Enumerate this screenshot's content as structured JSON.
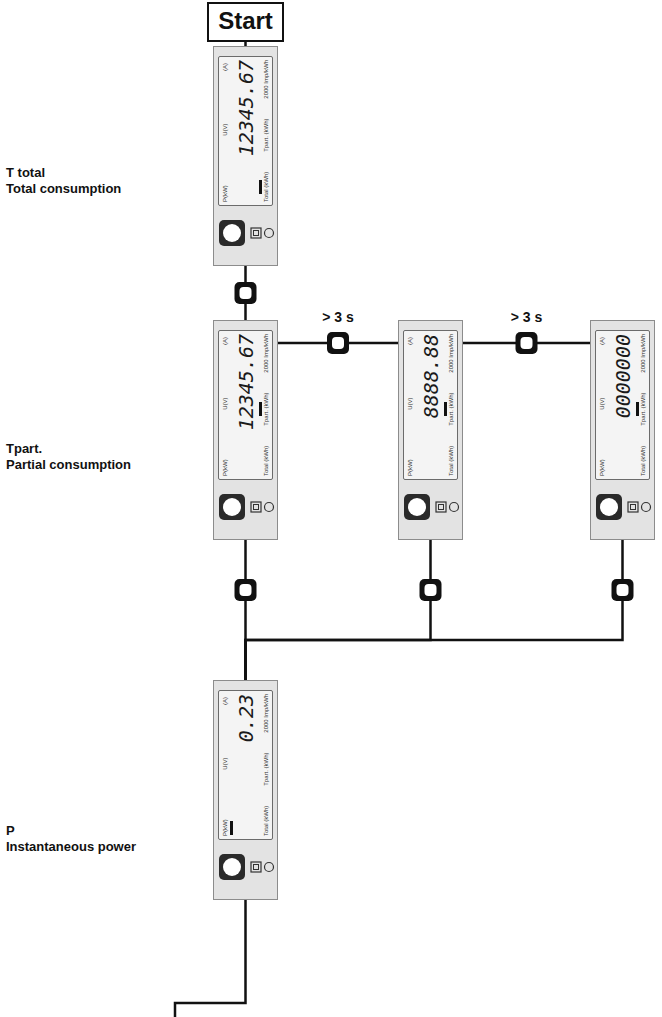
{
  "diagram": {
    "nodes": [
      {
        "text": [
          "Start"
        ]
      },
      {
        "text": [
          "T total",
          "Total consumption",
          "12345.67",
          "(A)",
          "U(V)",
          "P(kW)",
          "2000 Imp/kWh",
          "Tpart. (kWh)",
          "Total (kWh)"
        ]
      },
      {
        "text": [
          "Tpart.",
          "Partial consumption",
          "12345.67",
          "(A)",
          "U(V)",
          "P(kW)",
          "2000 Imp/kWh",
          "Tpart. (kWh)",
          "Total (kWh)"
        ]
      },
      {
        "text": [
          "8888.88",
          "(A)",
          "U(V)",
          "P(kW)",
          "2000 Imp/kWh",
          "Tpart. (kWh)",
          "Total (kWh)"
        ]
      },
      {
        "text": [
          "0000000",
          "(A)",
          "U(V)",
          "P(kW)",
          "2000 Imp/kWh",
          "Tpart. (kWh)",
          "Total (kWh)"
        ]
      },
      {
        "text": [
          "P",
          "Instantaneous power",
          "0.23",
          "(A)",
          "U(V)",
          "P(kW)",
          "2000 Imp/kWh",
          "Tpart. (kWh)",
          "Total (kWh)"
        ]
      }
    ],
    "edges": [
      {
        "from": 0,
        "to": 1,
        "arrow": "none"
      },
      {
        "from": 1,
        "to": 2,
        "arrow": "none"
      },
      {
        "from": 2,
        "to": 3,
        "label": "> 3 s",
        "arrow": "none"
      },
      {
        "from": 3,
        "to": 4,
        "label": "> 3 s",
        "arrow": "none"
      },
      {
        "from": 2,
        "to": 5,
        "arrow": "none"
      },
      {
        "from": 3,
        "to": 5,
        "arrow": "none"
      },
      {
        "from": 4,
        "to": 5,
        "arrow": "none"
      }
    ]
  }
}
